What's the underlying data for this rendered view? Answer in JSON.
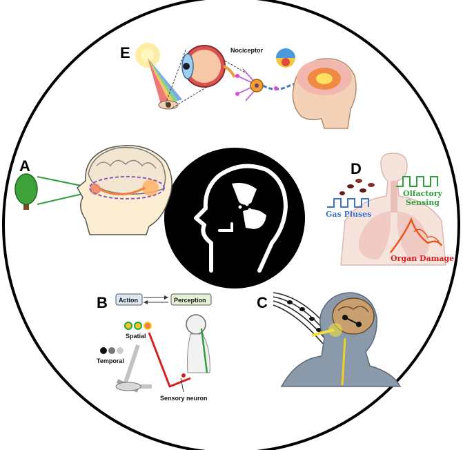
{
  "panels": {
    "a": {
      "letter": "A"
    },
    "b": {
      "letter": "B",
      "action": "Action",
      "perception": "Perception",
      "spatial": "Spatial",
      "temporal": "Temporal",
      "sensory_neuron": "Sensory neuron"
    },
    "c": {
      "letter": "C"
    },
    "d": {
      "letter": "D",
      "olfactory_1": "Olfactory",
      "olfactory_2": "Sensing",
      "gas_pulses": "Gas Pluses",
      "organ_damage": "Organ Damage"
    },
    "e": {
      "letter": "E",
      "nociceptor": "Nociceptor"
    }
  },
  "colors": {
    "outer_ring": "#000000",
    "center_disc": "#000000",
    "center_icon": "#ffffff",
    "green_accent": "#2e9e3a",
    "red_accent": "#d62020",
    "blue_accent": "#3a74c9",
    "orange_accent": "#e8541a"
  },
  "icons": [
    "tree-icon",
    "head-brain-icon",
    "eye-icon",
    "neuron-icon",
    "arm-icon",
    "music-notes-icon",
    "lungs-icon",
    "sun-icon"
  ]
}
